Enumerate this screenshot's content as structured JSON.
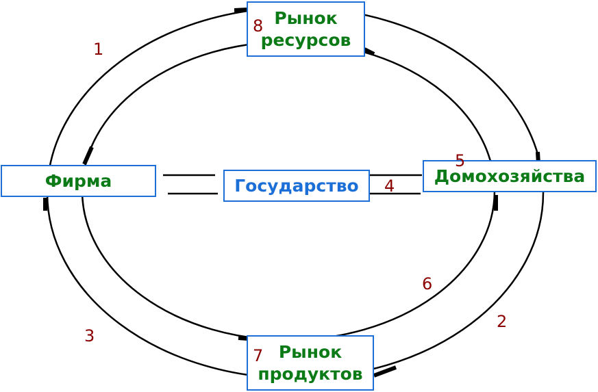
{
  "nodes": {
    "resource_market": {
      "line1": "Рынок",
      "line2": "ресурсов"
    },
    "firm": {
      "label": "Фирма"
    },
    "state": {
      "label": "Государство"
    },
    "households": {
      "label": "Домохозяйства"
    },
    "product_market": {
      "line1": "Рынок",
      "line2": "продуктов"
    }
  },
  "flow_numbers": [
    "1",
    "2",
    "3",
    "4",
    "5",
    "6",
    "7",
    "8"
  ],
  "colors": {
    "box_border": "#1c6fd6",
    "node_text": "#0b7a17",
    "state_text": "#1c6fd6",
    "numbers": "#8b0000",
    "lines": "#000000"
  }
}
